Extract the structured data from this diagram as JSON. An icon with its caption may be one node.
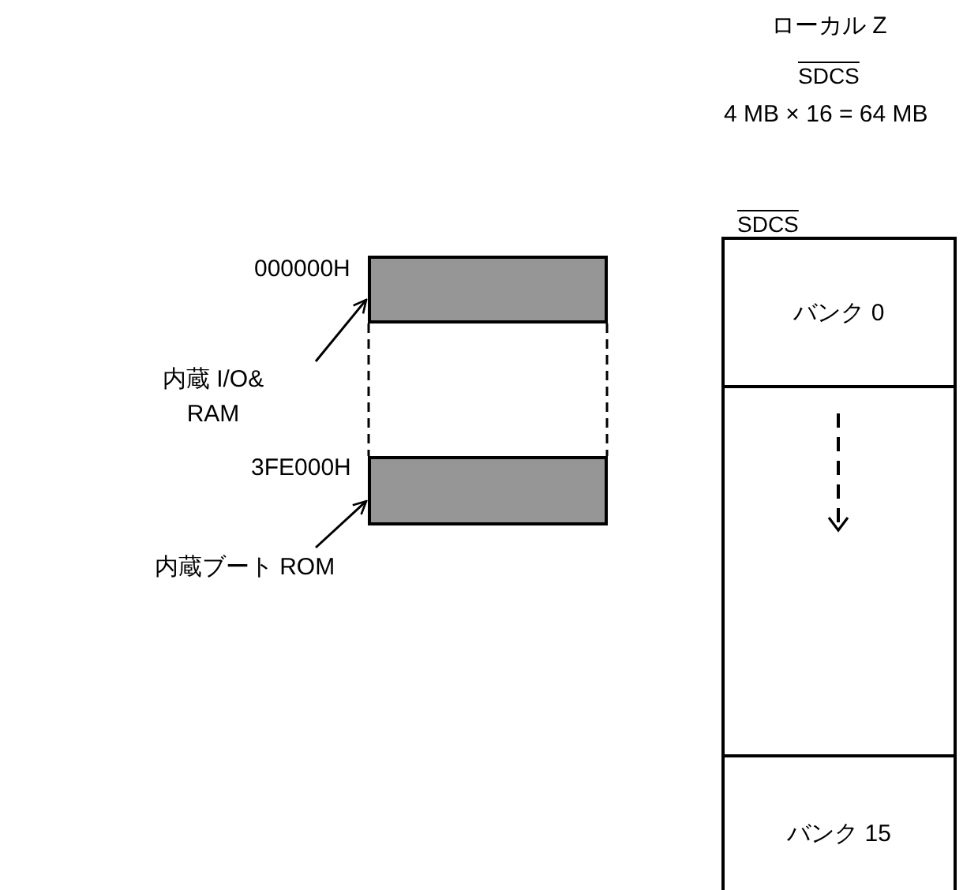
{
  "diagram": {
    "nodes": [
      {
        "text": [],
        "shape": "bar",
        "beside": [
          "000000H"
        ]
      },
      {
        "text": [
          "内蔵 I/O& RAM"
        ]
      },
      {
        "text": [],
        "shape": "bar",
        "beside": [
          "3FE000H"
        ]
      },
      {
        "text": [
          "内蔵ブート ROM"
        ]
      },
      {
        "text": [
          "バンク 0"
        ],
        "beside": [
          "SDCS"
        ]
      },
      {
        "text": [],
        "shape": "box"
      },
      {
        "text": [
          "バンク 15"
        ]
      }
    ],
    "edges": [
      {
        "from": 1,
        "to": 0,
        "arrow": "to"
      },
      {
        "from": 3,
        "to": 2,
        "arrow": "to"
      },
      {
        "from": 0,
        "to": 2,
        "arrow": "none",
        "style": "dashed"
      },
      {
        "from": 0,
        "to": 2,
        "arrow": "none",
        "style": "dashed"
      }
    ],
    "labels": [
      "ローカル Z",
      "SDCS",
      "4 MB × 16 = 64 MB"
    ]
  }
}
